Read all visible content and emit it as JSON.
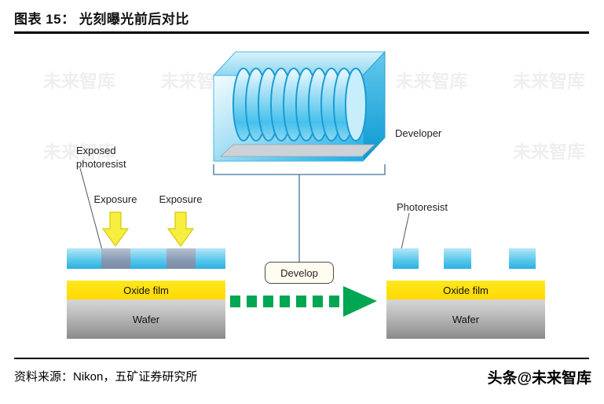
{
  "header": {
    "title": "图表 15： 光刻曝光前后对比"
  },
  "diagram": {
    "developer_label": "Developer",
    "develop_button_label": "Develop",
    "left_stack": {
      "exposed_photoresist_label": "Exposed photoresist",
      "exposure_labels": [
        "Exposure",
        "Exposure"
      ],
      "oxide_label": "Oxide film",
      "wafer_label": "Wafer"
    },
    "right_stack": {
      "photoresist_label": "Photoresist",
      "oxide_label": "Oxide film",
      "wafer_label": "Wafer"
    },
    "colors": {
      "photoresist_blue_top": "#b4e6f6",
      "photoresist_blue_bottom": "#29b2e2",
      "exposed_gray_top": "#b6c1d1",
      "exposed_gray_bottom": "#7a8ca6",
      "oxide_yellow": "#ffdf00",
      "wafer_gray_top": "#d6d6d6",
      "wafer_gray_bottom": "#8a8a8a",
      "exposure_arrow_yellow": "#f7ee3f",
      "process_arrow_green": "#00a651",
      "tank_blue": "#14abe4"
    }
  },
  "background_watermark": {
    "text": "未来智库"
  },
  "footer": {
    "source": "资料来源：Nikon，五矿证券研究所",
    "watermark": "头条@未来智库"
  }
}
